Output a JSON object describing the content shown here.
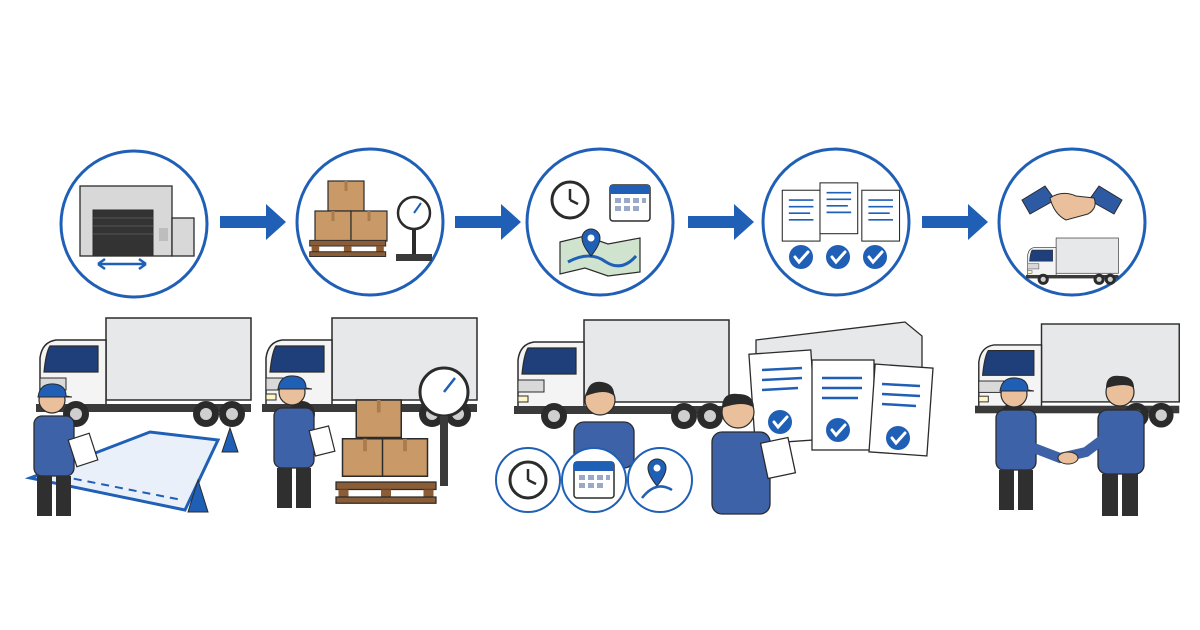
{
  "colors": {
    "accent": "#1f5fb5",
    "accent_dark": "#14437f",
    "outline": "#2b2b2b",
    "truck_body": "#e7e8ea",
    "truck_cab": "#f4f4f4",
    "glass": "#1f3f7a",
    "box": "#c99a68",
    "box_dark": "#a97b4d",
    "pallet": "#8a5d36",
    "skin": "#e9bf9c",
    "hair": "#2a2a2a",
    "shirt": "#3d62a8",
    "pants": "#2f2f2f",
    "paper": "#ffffff"
  },
  "steps": [
    {
      "name": "loading-bay",
      "icon": "warehouse-icon",
      "scene": "truck-parking-inspection"
    },
    {
      "name": "cargo-weighing",
      "icon": "boxes-scale-icon",
      "scene": "worker-weighing-pallet"
    },
    {
      "name": "route-scheduling",
      "icon": "clock-calendar-map-icon",
      "scene": "worker-planning-route"
    },
    {
      "name": "document-check",
      "icon": "approved-documents-icon",
      "scene": "worker-reviewing-documents"
    },
    {
      "name": "handover",
      "icon": "handshake-truck-icon",
      "scene": "delivery-handshake"
    }
  ],
  "arrows": [
    "arrow-1-to-2",
    "arrow-2-to-3",
    "arrow-3-to-4",
    "arrow-4-to-5"
  ]
}
